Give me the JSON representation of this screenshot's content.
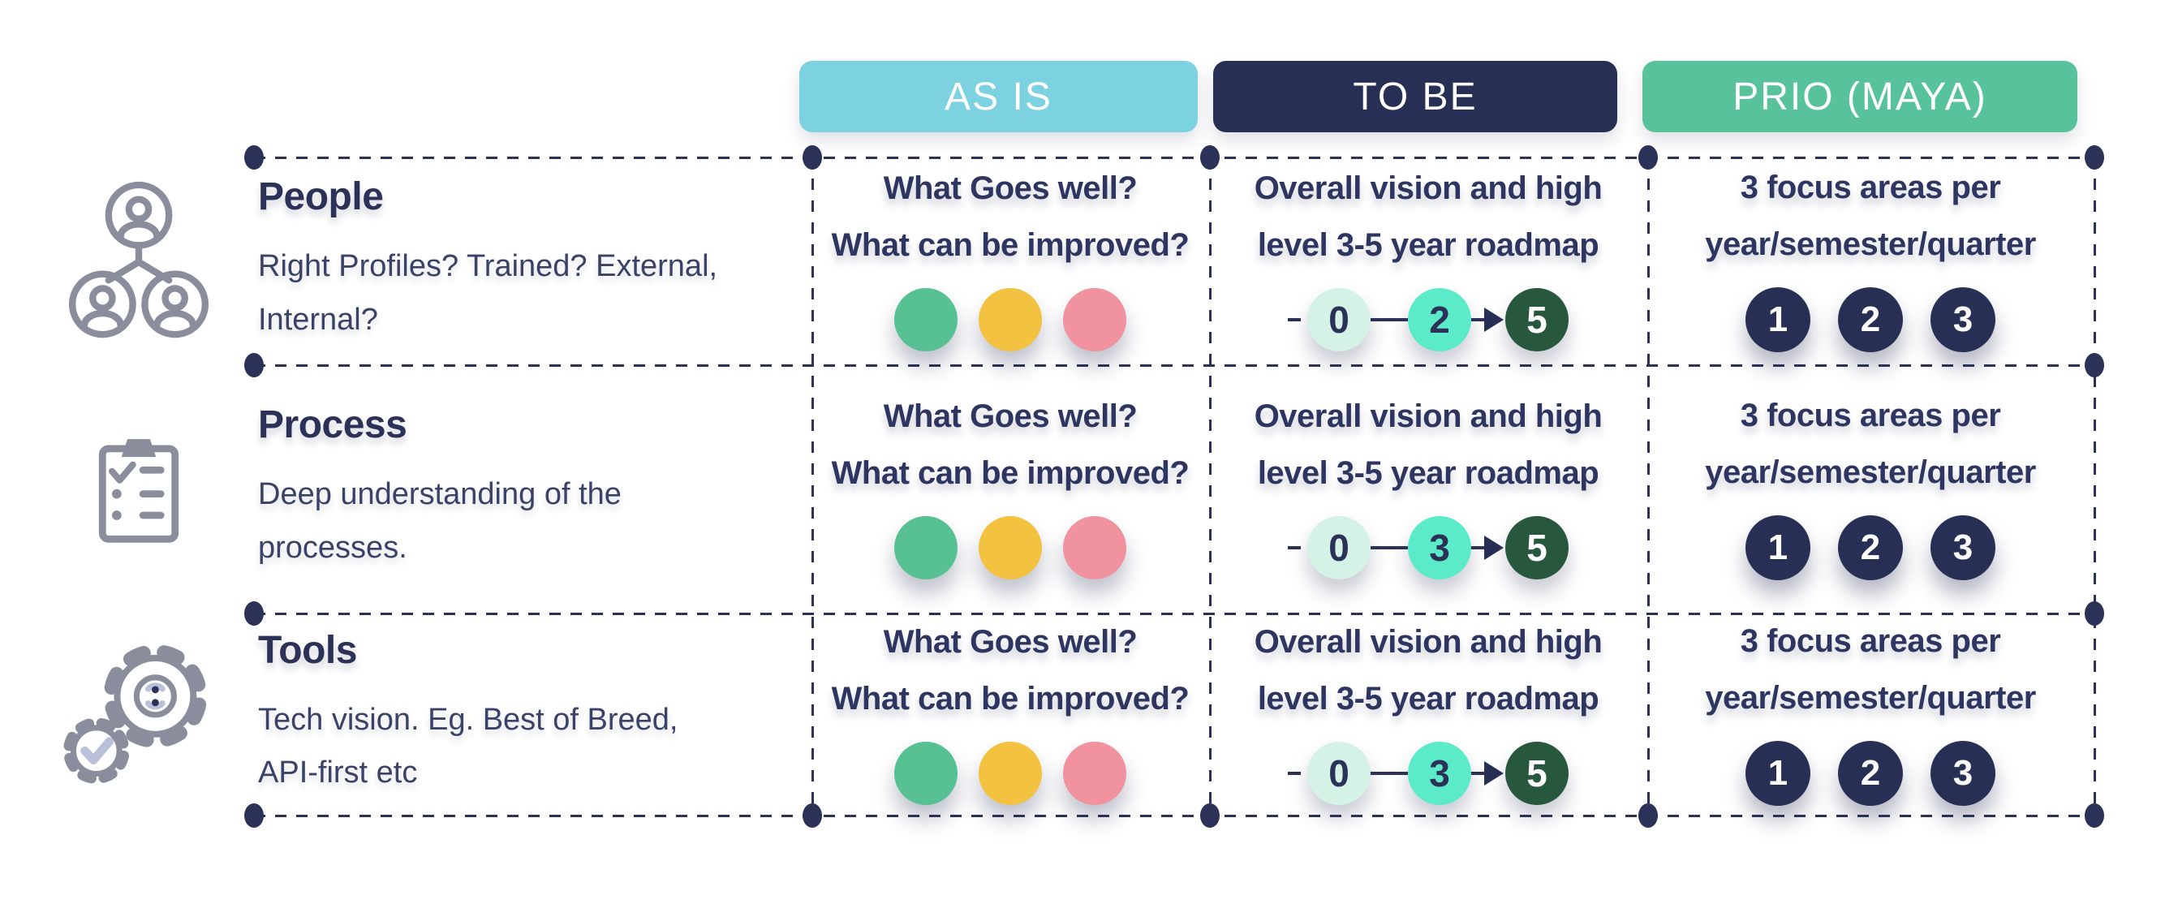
{
  "palette": {
    "navy": "#272F55",
    "grid_line": "#2B3157",
    "icon_gray": "#8A8E9C",
    "icon_accent": "#B9C0D8"
  },
  "header": {
    "as_is": {
      "label": "AS IS",
      "bg": "#7DD2E2"
    },
    "to_be": {
      "label": "TO BE",
      "bg": "#272F55"
    },
    "prio": {
      "label": "PRIO (MAYA)",
      "bg": "#58C29A"
    }
  },
  "rows": [
    {
      "title": "People",
      "icon": "people-network-icon",
      "desc_line1": "Right Profiles? Trained? External,",
      "desc_line2": "Internal?",
      "as_is": {
        "q1": "What Goes well?",
        "q2": "What can be improved?",
        "dots": [
          {
            "name": "green",
            "color": "#57C194"
          },
          {
            "name": "yellow",
            "color": "#F2C240"
          },
          {
            "name": "red",
            "color": "#F0939E"
          }
        ]
      },
      "to_be": {
        "line1": "Overall vision and high",
        "line2": "level 3-5 year roadmap",
        "steps": [
          {
            "value": "0",
            "bg": "#D4F2E6",
            "fg": "#2B3157"
          },
          {
            "value": "2",
            "bg": "#5CEBC8",
            "fg": "#2B3157"
          },
          {
            "value": "5",
            "bg": "#27573C",
            "fg": "#FFFFFF"
          }
        ]
      },
      "prio": {
        "line1": "3 focus areas per",
        "line2": "year/semester/quarter",
        "steps": [
          {
            "value": "1"
          },
          {
            "value": "2"
          },
          {
            "value": "3"
          }
        ]
      }
    },
    {
      "title": "Process",
      "icon": "checklist-clipboard-icon",
      "desc_line1": "Deep understanding of the",
      "desc_line2": "processes.",
      "as_is": {
        "q1": "What Goes well?",
        "q2": "What can be improved?",
        "dots": [
          {
            "name": "green",
            "color": "#57C194"
          },
          {
            "name": "yellow",
            "color": "#F2C240"
          },
          {
            "name": "red",
            "color": "#F0939E"
          }
        ]
      },
      "to_be": {
        "line1": "Overall vision and high",
        "line2": "level 3-5 year roadmap",
        "steps": [
          {
            "value": "0",
            "bg": "#D4F2E6",
            "fg": "#2B3157"
          },
          {
            "value": "3",
            "bg": "#5CEBC8",
            "fg": "#2B3157"
          },
          {
            "value": "5",
            "bg": "#27573C",
            "fg": "#FFFFFF"
          }
        ]
      },
      "prio": {
        "line1": "3 focus areas per",
        "line2": "year/semester/quarter",
        "steps": [
          {
            "value": "1"
          },
          {
            "value": "2"
          },
          {
            "value": "3"
          }
        ]
      }
    },
    {
      "title": "Tools",
      "icon": "gears-check-icon",
      "desc_line1": "Tech vision. Eg. Best of Breed,",
      "desc_line2": "API-first etc",
      "as_is": {
        "q1": "What Goes well?",
        "q2": "What can be improved?",
        "dots": [
          {
            "name": "green",
            "color": "#57C194"
          },
          {
            "name": "yellow",
            "color": "#F2C240"
          },
          {
            "name": "red",
            "color": "#F0939E"
          }
        ]
      },
      "to_be": {
        "line1": "Overall vision and high",
        "line2": "level 3-5 year roadmap",
        "steps": [
          {
            "value": "0",
            "bg": "#D4F2E6",
            "fg": "#2B3157"
          },
          {
            "value": "3",
            "bg": "#5CEBC8",
            "fg": "#2B3157"
          },
          {
            "value": "5",
            "bg": "#27573C",
            "fg": "#FFFFFF"
          }
        ]
      },
      "prio": {
        "line1": "3 focus areas per",
        "line2": "year/semester/quarter",
        "steps": [
          {
            "value": "1"
          },
          {
            "value": "2"
          },
          {
            "value": "3"
          }
        ]
      }
    }
  ]
}
